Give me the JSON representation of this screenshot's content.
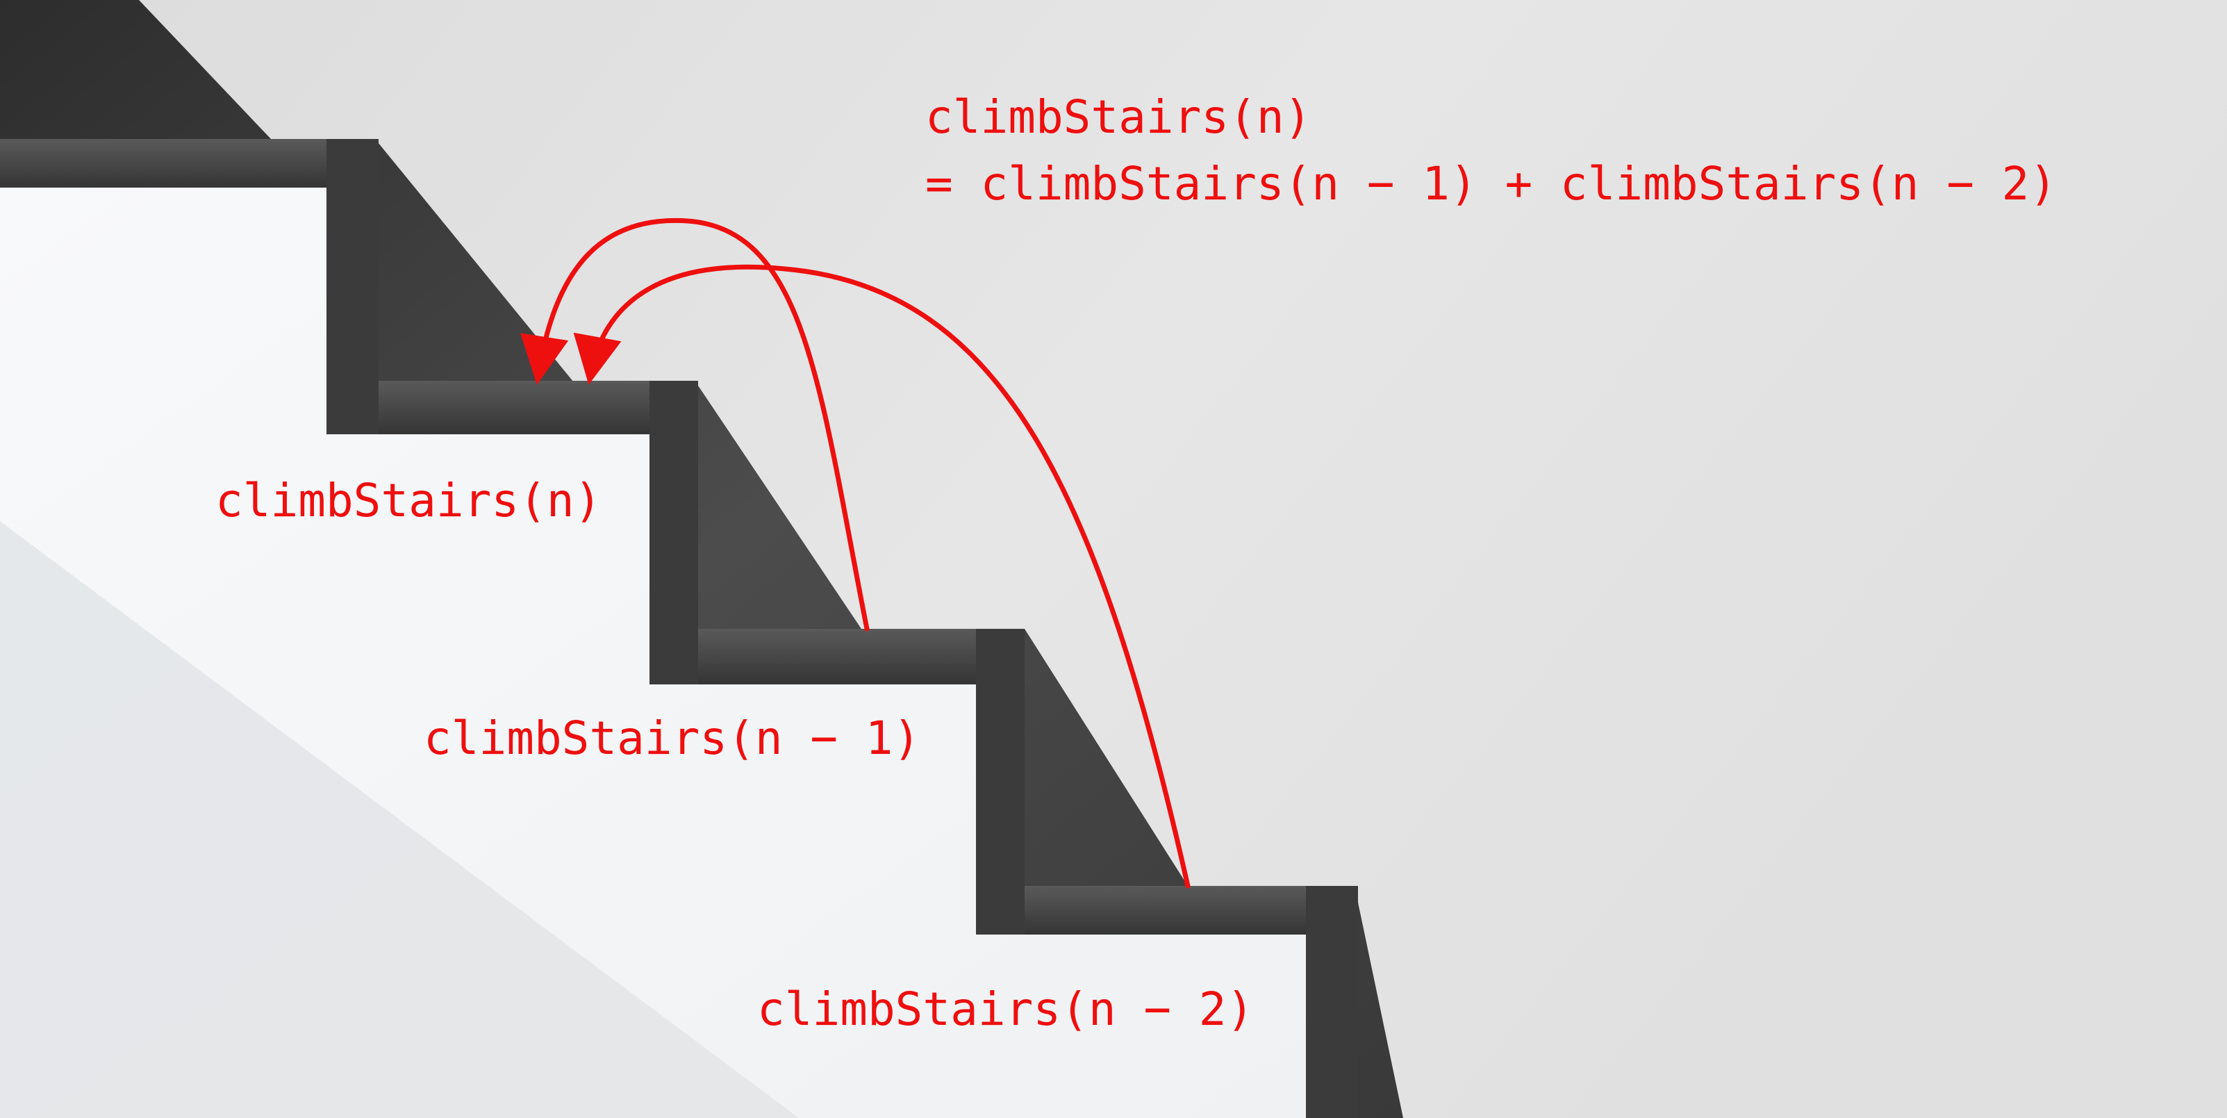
{
  "formula": {
    "line1": "climbStairs(n)",
    "line2": "= climbStairs(n − 1) + climbStairs(n − 2)"
  },
  "step_labels": {
    "top": "climbStairs(n)",
    "middle": "climbStairs(n − 1)",
    "bottom": "climbStairs(n − 2)"
  },
  "colors": {
    "accent": "#ee0f0f",
    "wall": "#e2e2e2",
    "wood": "#454545",
    "step_face": "#f7f8f9"
  }
}
